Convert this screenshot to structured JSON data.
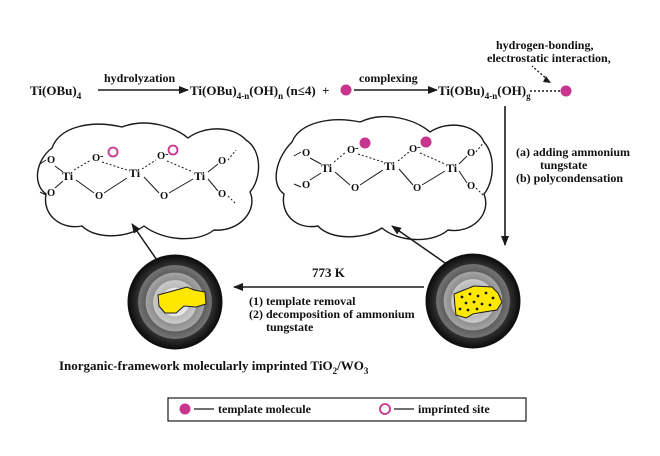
{
  "colors": {
    "template": "#c8358e",
    "imprinted": "#c8358e",
    "particle_core": "#ffe800",
    "line": "#1a1a1a"
  },
  "reaction": {
    "reactant": "Ti(OBu)",
    "reactant_sub": "4",
    "step1_label": "hydrolyzation",
    "product1_a": "Ti(OBu)",
    "product1_sub1": "4-n",
    "product1_b": "(OH)",
    "product1_sub2": "n",
    "product1_cond": "(n≤4)",
    "plus": "+",
    "step2_label": "complexing",
    "product2_a": "Ti(OBu)",
    "product2_sub1": "4-n",
    "product2_b": "(OH)",
    "product2_sub2": "g",
    "interaction_line1": "hydrogen-bonding,",
    "interaction_line2": "electrostatic interaction,"
  },
  "side_steps": {
    "a": "(a) adding ammonium",
    "a2": "tungstate",
    "b": "(b) polycondensation"
  },
  "bottom_step": {
    "temperature": "773 K",
    "line1": "(1) template removal",
    "line2": "(2) decomposition of ammonium",
    "line3": "tungstate"
  },
  "caption": {
    "text_a": "Inorganic-framework molecularly imprinted TiO",
    "sub1": "2",
    "text_b": "/WO",
    "sub2": "3"
  },
  "atoms": {
    "ti": "Ti",
    "o": "O",
    "o_minus": "O",
    "minus": "-"
  },
  "legend": {
    "template_label": "template molecule",
    "imprinted_label": "imprinted site"
  }
}
